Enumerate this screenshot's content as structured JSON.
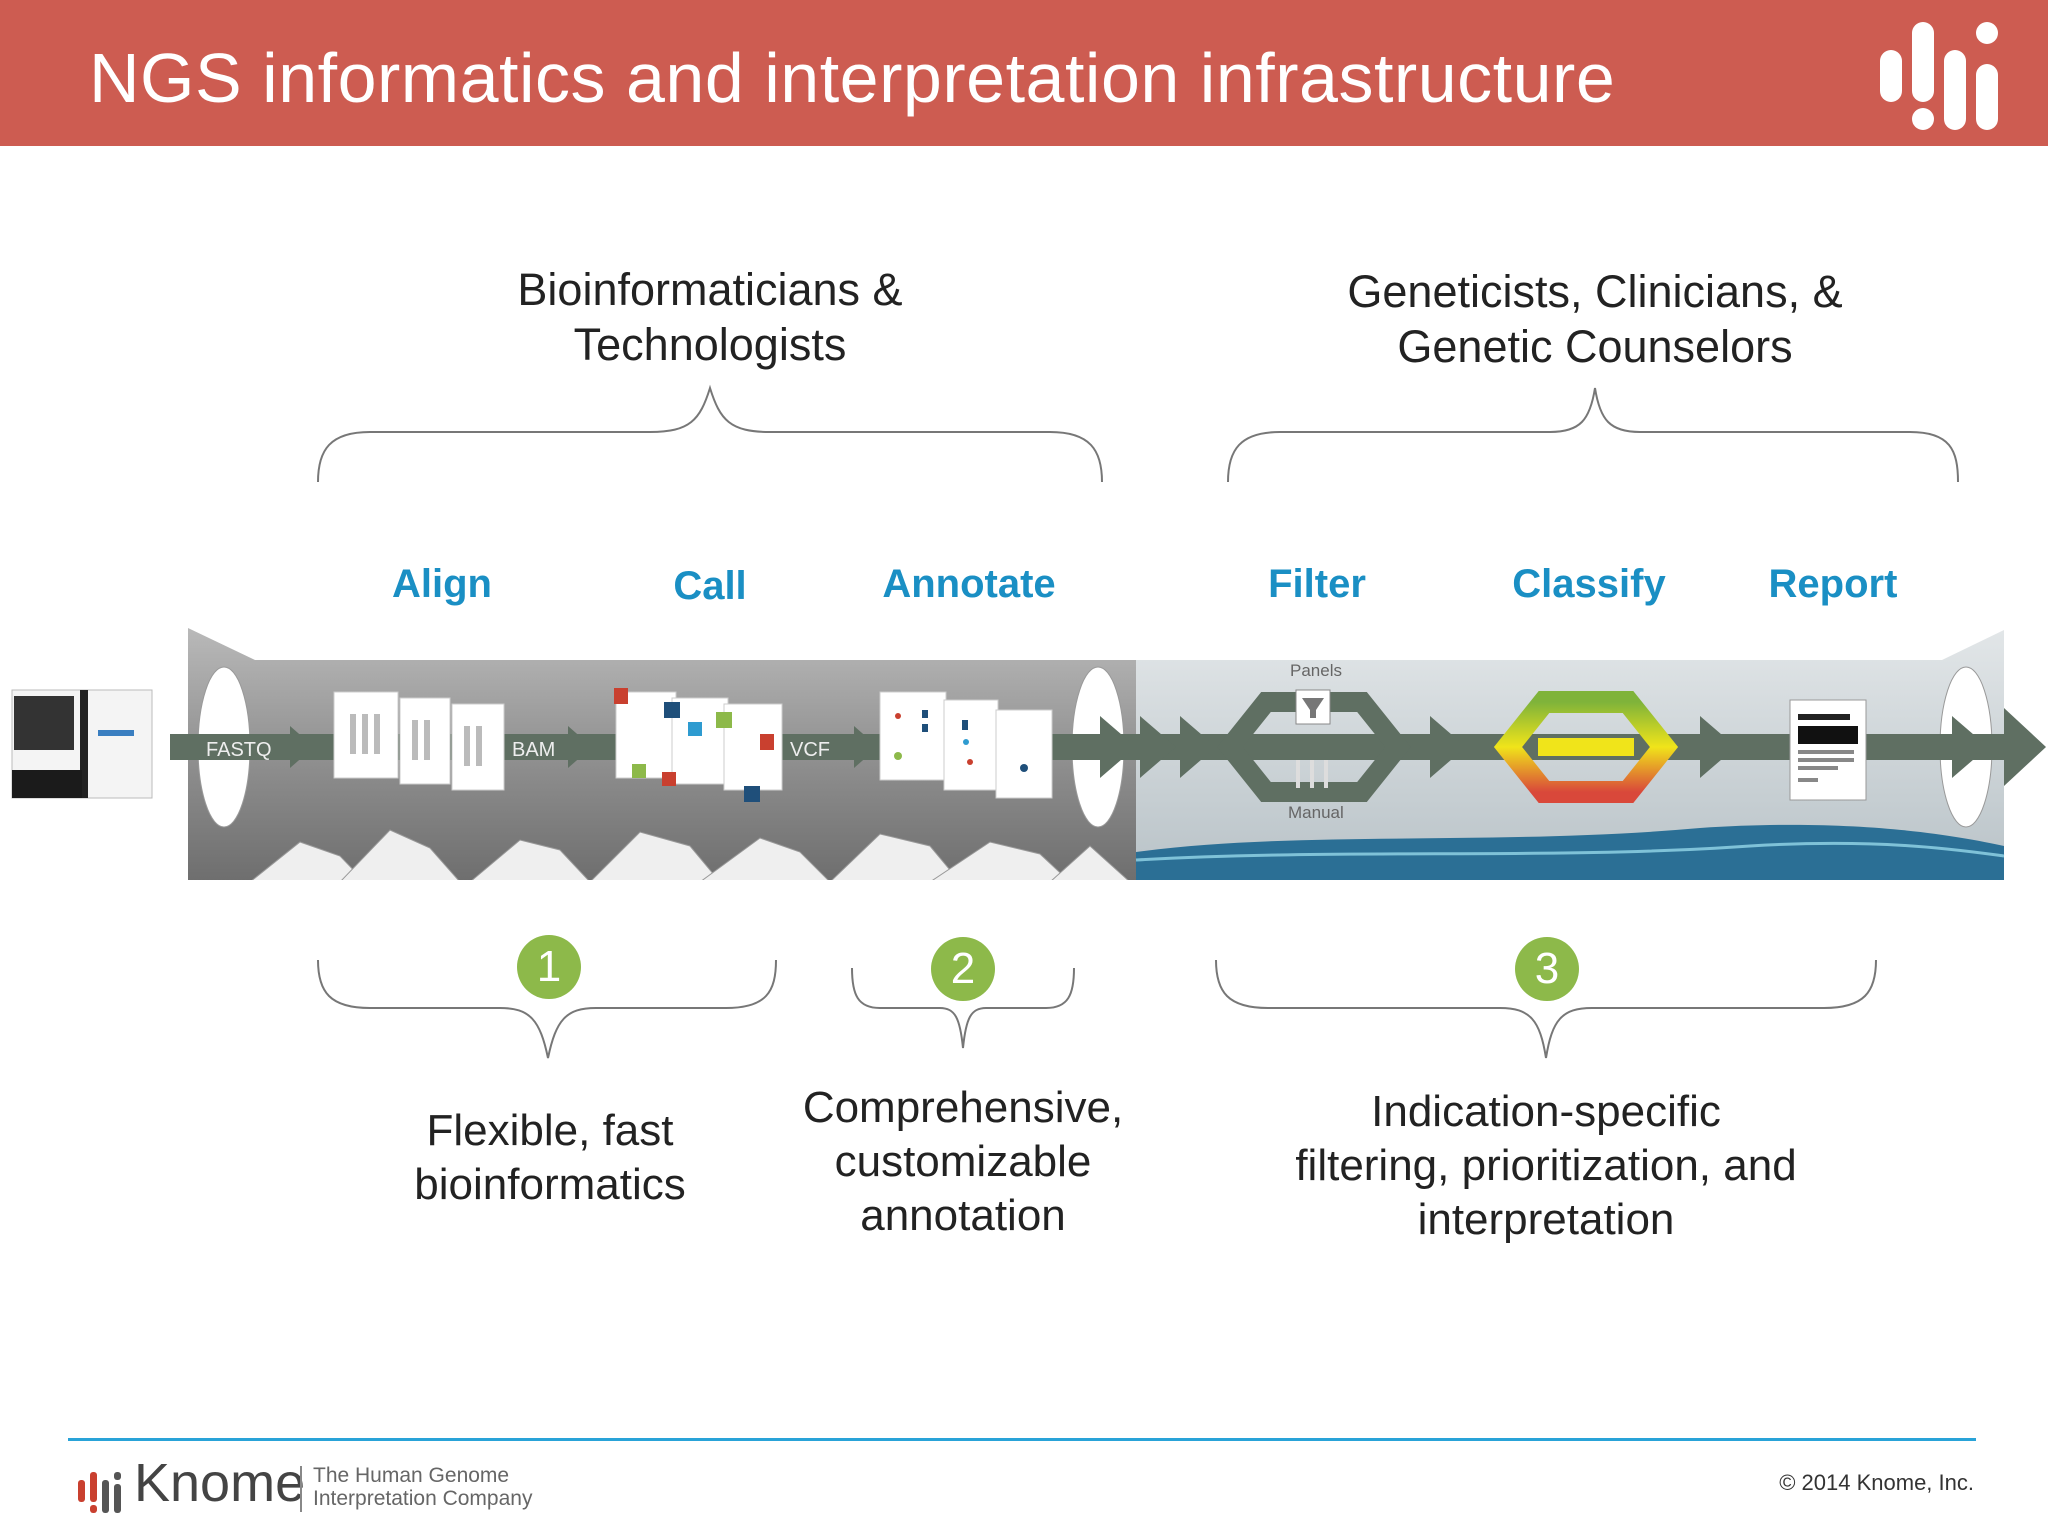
{
  "header": {
    "title": "NGS informatics and interpretation infrastructure"
  },
  "groups": {
    "left": "Bioinformaticians &\nTechnologists",
    "right": "Geneticists, Clinicians, &\nGenetic Counselors"
  },
  "steps": [
    "Align",
    "Call",
    "Annotate",
    "Filter",
    "Classify",
    "Report"
  ],
  "pipeline": {
    "labels": {
      "fastq": "FASTQ",
      "bam": "BAM",
      "vcf": "VCF",
      "panels": "Panels",
      "manual": "Manual"
    }
  },
  "badges": [
    "1",
    "2",
    "3"
  ],
  "descriptions": [
    "Flexible, fast\nbioinformatics",
    "Comprehensive,\ncustomizable\nannotation",
    "Indication-specific\nfiltering, prioritization, and\ninterpretation"
  ],
  "footer": {
    "brand": "Knome",
    "tagline": "The Human Genome\nInterpretation Company",
    "copyright": "© 2014 Knome, Inc."
  },
  "colors": {
    "header": "#cd5c51",
    "step": "#1a8fc4",
    "badge": "#8db94a",
    "rule": "#29a3d8"
  }
}
